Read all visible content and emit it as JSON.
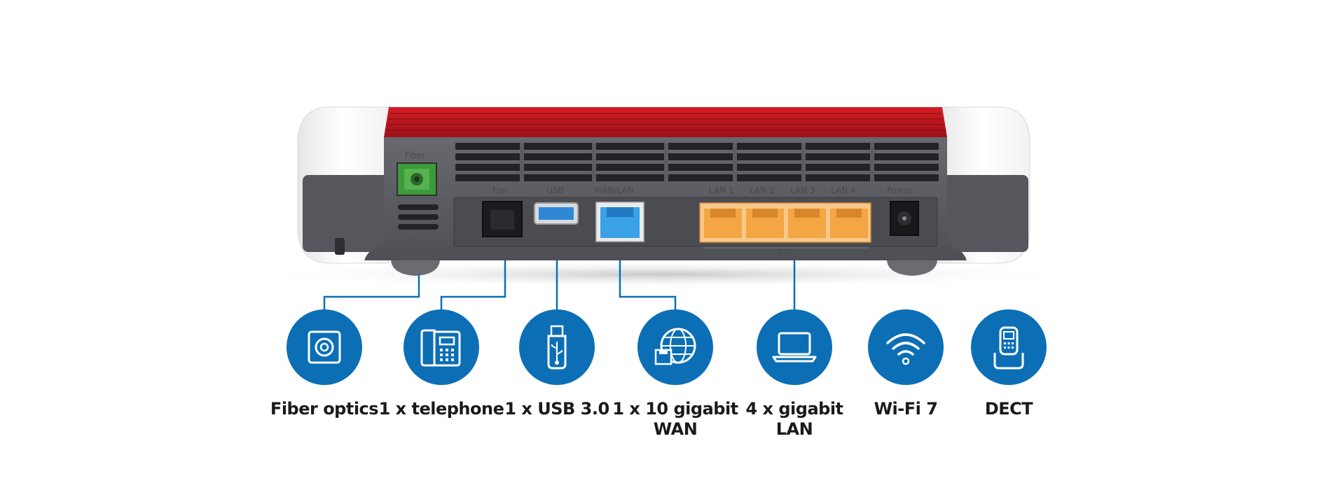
{
  "accent_color": "#0c6fb6",
  "device": {
    "top_color": "#c0161e",
    "body_color": "#5b5d62",
    "port_labels": {
      "fiber": "Fiber",
      "fon": "Fon",
      "usb": "USB",
      "wan_lan": "WAN/LAN",
      "lan1": "LAN 1",
      "lan2": "LAN 2",
      "lan3": "LAN 3",
      "lan4": "LAN 4",
      "power": "Power",
      "wan_speed": "10 G",
      "lan_speed": "1 G"
    }
  },
  "features": [
    {
      "icon": "fiber-socket-icon",
      "line1": "Fiber optics",
      "line2": ""
    },
    {
      "icon": "telephone-icon",
      "line1": "1 x telephone",
      "line2": ""
    },
    {
      "icon": "usb-stick-icon",
      "line1": "1 x USB 3.0",
      "line2": ""
    },
    {
      "icon": "globe-network-icon",
      "line1": "1 x 10 gigabit",
      "line2": "WAN"
    },
    {
      "icon": "laptop-icon",
      "line1": "4 x gigabit",
      "line2": "LAN"
    },
    {
      "icon": "wifi-icon",
      "line1": "Wi-Fi 7",
      "line2": ""
    },
    {
      "icon": "dect-handset-icon",
      "line1": "DECT",
      "line2": ""
    }
  ]
}
